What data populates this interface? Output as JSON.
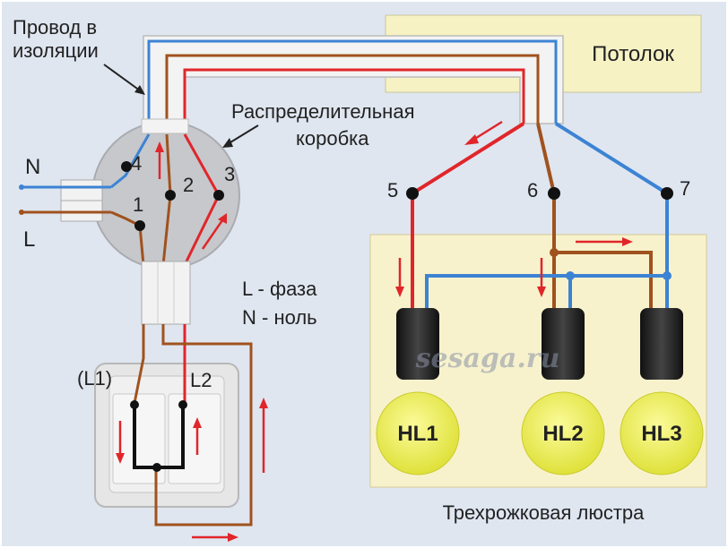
{
  "labels": {
    "wire_insulation_line1": "Провод в",
    "wire_insulation_line2": "изоляции",
    "ceiling": "Потолок",
    "junction_box_line1": "Распределительная",
    "junction_box_line2": "коробка",
    "legend_phase": "L - фаза",
    "legend_neutral": "N - ноль",
    "input_n": "N",
    "input_l": "L",
    "switch_l1": "(L1)",
    "switch_l2": "L2",
    "chandelier": "Трехрожковая люстра",
    "watermark": "sesaga.ru"
  },
  "terminals": [
    "1",
    "2",
    "3",
    "4",
    "5",
    "6",
    "7"
  ],
  "lamps": [
    "HL1",
    "HL2",
    "HL3"
  ],
  "colors": {
    "background": "#ffffff",
    "panel": "#dfe6f0",
    "ceiling": "#f7f2c4",
    "chandelier_area": "#f8f2cc",
    "switch_plate": "#e6e6e6",
    "wire_red": "#e0262a",
    "wire_blue": "#3c83d4",
    "wire_brown": "#a0521e",
    "wire_black": "#111111",
    "bulb": "#eef04e",
    "socket": "#2a2a2a"
  }
}
